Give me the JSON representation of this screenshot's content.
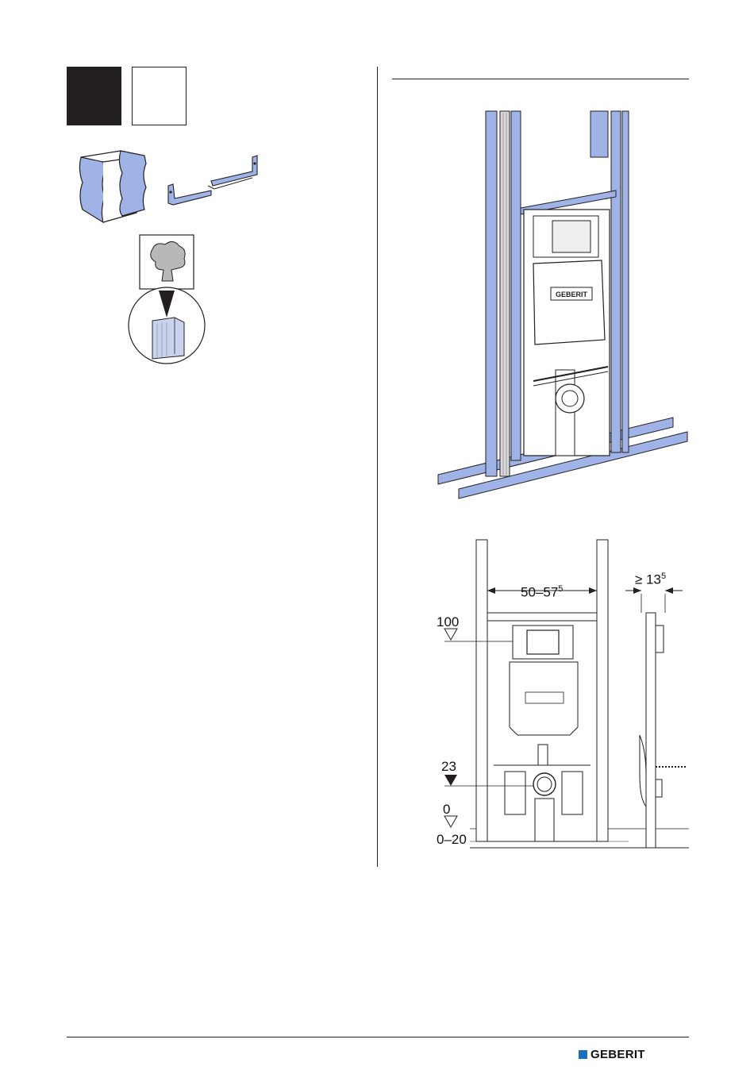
{
  "footer": {
    "brand": "GEBERIT",
    "brand_color": "#1a6fc1"
  },
  "colors": {
    "accent_blue": "#9fb3e6",
    "ink": "#231f20"
  },
  "illustrations": {
    "cistern_brand": "GEBERIT",
    "dimensions": {
      "width_range": "50–57",
      "width_sup": "5",
      "depth_min": "≥ 13",
      "depth_sup": "5",
      "level_100": "100",
      "level_23": "23",
      "level_0": "0",
      "level_range": "0–20"
    }
  },
  "icons": [
    "wood-tree-icon",
    "wall-profile-icon",
    "mounting-bracket-icon"
  ]
}
